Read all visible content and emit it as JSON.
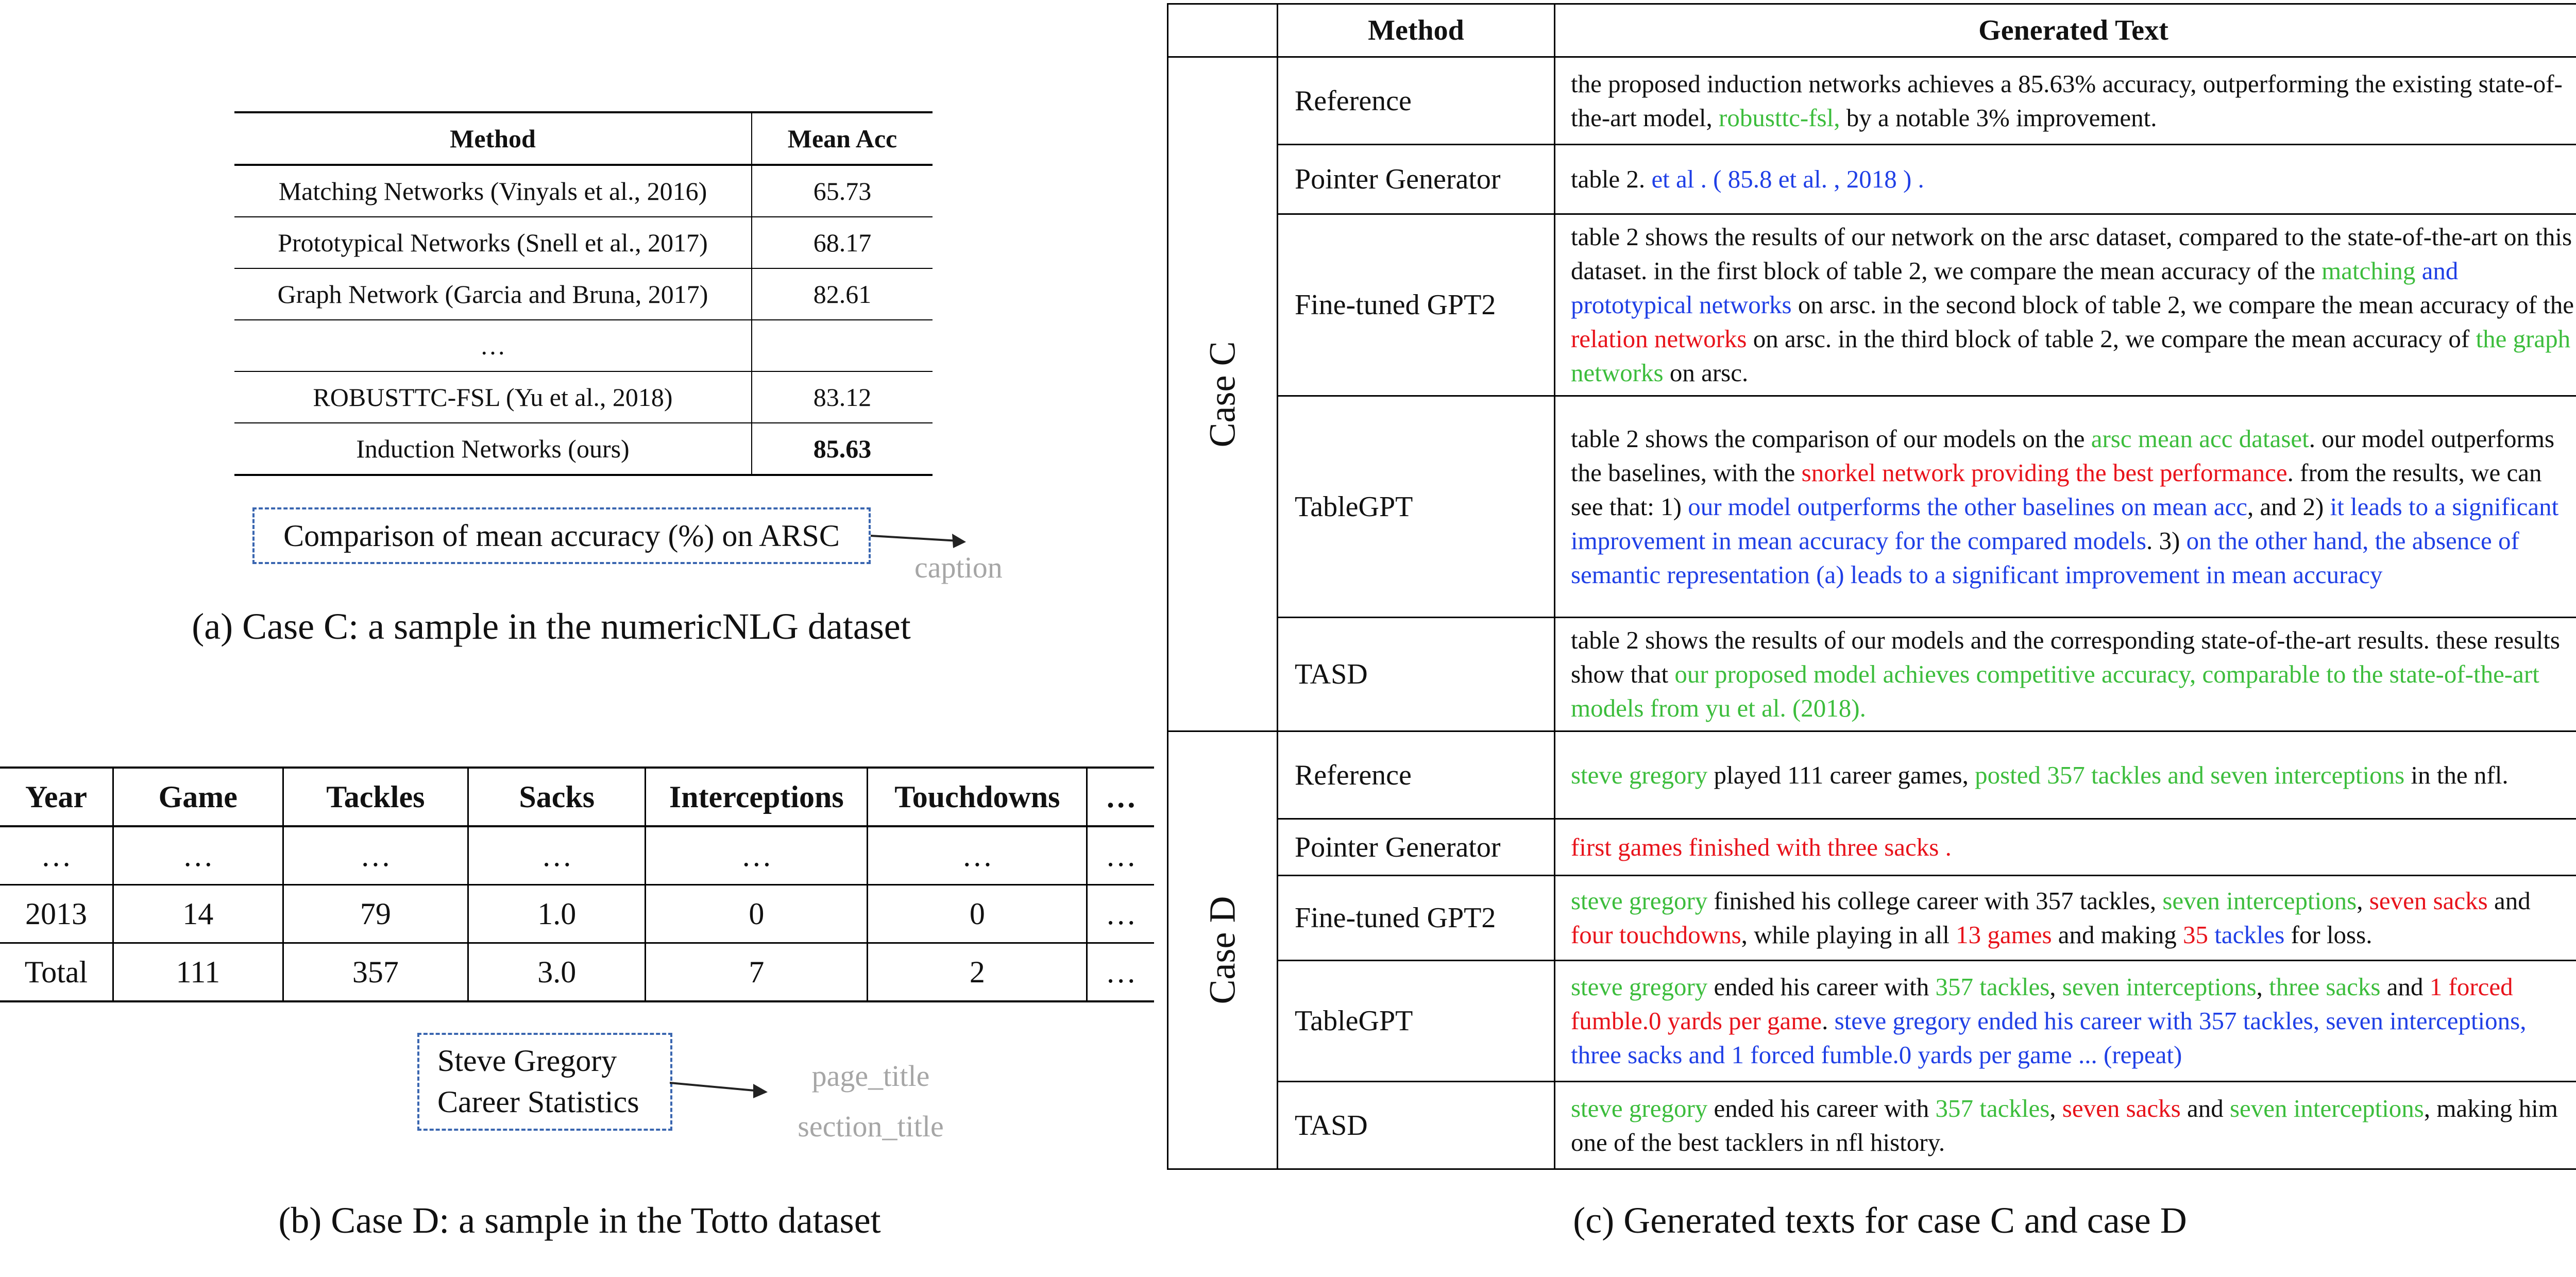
{
  "panel_a": {
    "headers": {
      "method": "Method",
      "mean_acc": "Mean Acc"
    },
    "rows": [
      {
        "method": "Matching Networks (Vinyals et al., 2016)",
        "acc": "65.73"
      },
      {
        "method": "Prototypical Networks (Snell et al., 2017)",
        "acc": "68.17"
      },
      {
        "method": "Graph Network (Garcia and Bruna, 2017)",
        "acc": "82.61"
      },
      {
        "method": "…",
        "acc": ""
      },
      {
        "method": "ROBUSTTC-FSL (Yu et al., 2018)",
        "acc": "83.12"
      },
      {
        "method": "Induction Networks (ours)",
        "acc": "85.63"
      }
    ],
    "caption_box": "Comparison of mean accuracy (%) on ARSC",
    "caption_tag": "caption",
    "subcaption": "(a) Case C: a sample in the numericNLG dataset"
  },
  "panel_b": {
    "headers": [
      "Year",
      "Game",
      "Tackles",
      "Sacks",
      "Interceptions",
      "Touchdowns",
      "…"
    ],
    "rows": [
      [
        "…",
        "…",
        "…",
        "…",
        "…",
        "…",
        "…"
      ],
      [
        "2013",
        "14",
        "79",
        "1.0",
        "0",
        "0",
        "…"
      ],
      [
        "Total",
        "111",
        "357",
        "3.0",
        "7",
        "2",
        "…"
      ]
    ],
    "title_box_line1": "Steve Gregory",
    "title_box_line2": "Career Statistics",
    "tag_line1": "page_title",
    "tag_line2": "section_title",
    "subcaption": "(b) Case D: a sample in the Totto dataset"
  },
  "panel_c": {
    "headers": {
      "method": "Method",
      "text": "Generated Text"
    },
    "case_c_label": "Case C",
    "case_d_label": "Case D",
    "case_c": [
      {
        "method": "Reference",
        "segments": [
          {
            "t": "the proposed induction networks achieves a 85.63% accuracy, outperforming the existing state-of-the-art model, ",
            "c": ""
          },
          {
            "t": "robusttc-fsl,",
            "c": "green"
          },
          {
            "t": " by a notable 3% improvement.",
            "c": ""
          }
        ]
      },
      {
        "method": "Pointer Generator",
        "segments": [
          {
            "t": "table 2. ",
            "c": ""
          },
          {
            "t": "et al . ( 85.8 et al. , 2018 ) .",
            "c": "blue"
          }
        ]
      },
      {
        "method": "Fine-tuned GPT2",
        "segments": [
          {
            "t": "table 2 shows the results of our network on the arsc dataset, compared to the state-of-the-art on this dataset. in the first block of table 2, we compare the mean accuracy of the ",
            "c": ""
          },
          {
            "t": "matching",
            "c": "green"
          },
          {
            "t": " and prototypical networks",
            "c": "blue"
          },
          {
            "t": " on arsc. in the second block of table 2, we compare the mean accuracy of the ",
            "c": ""
          },
          {
            "t": "relation networks",
            "c": "red"
          },
          {
            "t": " on arsc. in the third block of table 2, we compare the mean accuracy of ",
            "c": ""
          },
          {
            "t": "the graph networks",
            "c": "green"
          },
          {
            "t": " on arsc.",
            "c": ""
          }
        ]
      },
      {
        "method": "TableGPT",
        "segments": [
          {
            "t": "table 2 shows the comparison of our models on the ",
            "c": ""
          },
          {
            "t": "arsc mean acc dataset",
            "c": "green"
          },
          {
            "t": ". our model outperforms the baselines, with the ",
            "c": ""
          },
          {
            "t": "snorkel network providing the best performance",
            "c": "red"
          },
          {
            "t": ". from the results, we can see that: 1) ",
            "c": ""
          },
          {
            "t": "our model outperforms the other baselines on mean acc",
            "c": "blue"
          },
          {
            "t": ", and 2) ",
            "c": ""
          },
          {
            "t": "it leads to a significant improvement in mean accuracy for the compared models",
            "c": "blue"
          },
          {
            "t": ". 3) ",
            "c": ""
          },
          {
            "t": "on the other hand, the absence of semantic representation (a) leads to a significant improvement in mean accuracy",
            "c": "blue"
          }
        ]
      },
      {
        "method": "TASD",
        "segments": [
          {
            "t": "table 2 shows the results of our models and the corresponding state-of-the-art results. these results show that ",
            "c": ""
          },
          {
            "t": "our proposed model achieves competitive accuracy, comparable to the state-of-the-art models from yu et al. (2018).",
            "c": "green"
          }
        ]
      }
    ],
    "case_d": [
      {
        "method": "Reference",
        "segments": [
          {
            "t": "steve gregory",
            "c": "green"
          },
          {
            "t": " played 111 career games, ",
            "c": ""
          },
          {
            "t": "posted 357 tackles and seven interceptions",
            "c": "green"
          },
          {
            "t": " in the nfl.",
            "c": ""
          }
        ]
      },
      {
        "method": "Pointer Generator",
        "segments": [
          {
            "t": "first games finished with three sacks .",
            "c": "red"
          }
        ]
      },
      {
        "method": "Fine-tuned GPT2",
        "segments": [
          {
            "t": "steve gregory",
            "c": "green"
          },
          {
            "t": " finished his college career with 357 tackles, ",
            "c": ""
          },
          {
            "t": "seven interceptions",
            "c": "green"
          },
          {
            "t": ", ",
            "c": ""
          },
          {
            "t": "seven sacks",
            "c": "red"
          },
          {
            "t": " and ",
            "c": ""
          },
          {
            "t": "four touchdowns",
            "c": "red"
          },
          {
            "t": ", while playing in all ",
            "c": ""
          },
          {
            "t": "13 games",
            "c": "red"
          },
          {
            "t": " and making ",
            "c": ""
          },
          {
            "t": "35",
            "c": "red"
          },
          {
            "t": " tackles",
            "c": "blue"
          },
          {
            "t": " for loss.",
            "c": ""
          }
        ]
      },
      {
        "method": "TableGPT",
        "segments": [
          {
            "t": "steve gregory",
            "c": "green"
          },
          {
            "t": " ended his career with ",
            "c": ""
          },
          {
            "t": "357 tackles",
            "c": "green"
          },
          {
            "t": ", ",
            "c": ""
          },
          {
            "t": "seven interceptions",
            "c": "green"
          },
          {
            "t": ", ",
            "c": ""
          },
          {
            "t": "three sacks",
            "c": "green"
          },
          {
            "t": " and ",
            "c": ""
          },
          {
            "t": "1 forced fumble.0 yards per game",
            "c": "red"
          },
          {
            "t": ". ",
            "c": ""
          },
          {
            "t": "steve gregory ended his career with 357 tackles, seven interceptions, three sacks and 1 forced fumble.0 yards per game ... (repeat)",
            "c": "blue"
          }
        ]
      },
      {
        "method": "TASD",
        "segments": [
          {
            "t": "steve gregory",
            "c": "green"
          },
          {
            "t": " ended his career with ",
            "c": ""
          },
          {
            "t": "357 tackles",
            "c": "green"
          },
          {
            "t": ", ",
            "c": ""
          },
          {
            "t": "seven sacks",
            "c": "red"
          },
          {
            "t": " and ",
            "c": ""
          },
          {
            "t": "seven interceptions",
            "c": "green"
          },
          {
            "t": ", making him one of the best tacklers in nfl history.",
            "c": ""
          }
        ]
      }
    ],
    "subcaption": "(c) Generated texts for case C and case D"
  },
  "colors": {
    "green": "#3cbd3c",
    "blue": "#1f3fe6",
    "red": "#e8131b",
    "gray": "#a6a6a6",
    "dash_box": "#3a66b0"
  }
}
